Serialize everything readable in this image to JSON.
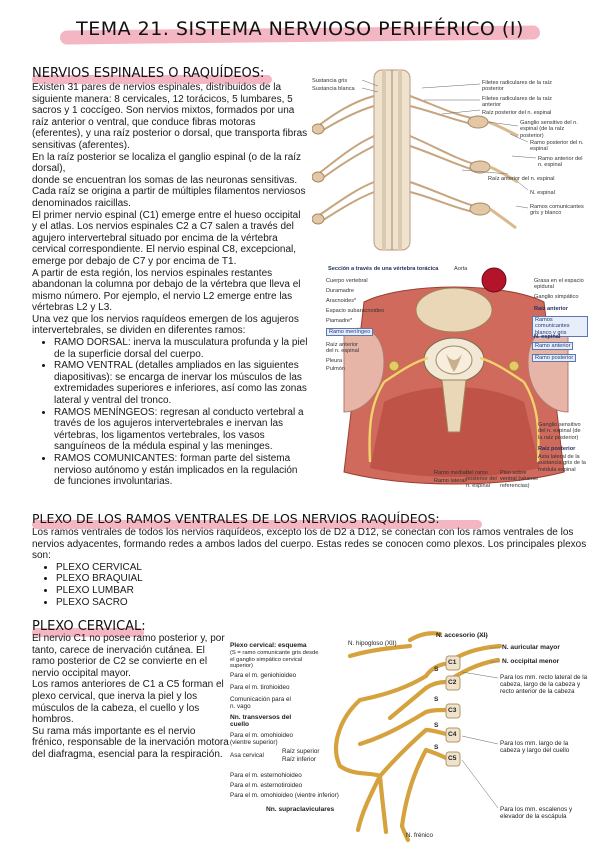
{
  "title": "TEMA 21. SISTEMA NERVIOSO PERIFÉRICO (I)",
  "section1": {
    "heading": "NERVIOS ESPINALES O RAQUÍDEOS:",
    "paragraphs": [
      "Existen 31 pares de nervios espinales, distribuidos de la siguiente manera: 8 cervicales, 12 torácicos, 5 lumbares, 5 sacros y 1 coccígeo. Son nervios mixtos, formados por una raíz anterior o ventral, que conduce fibras motoras (eferentes), y una raíz posterior o dorsal, que transporta fibras sensitivas (aferentes).",
      "En la raíz posterior se localiza el ganglio espinal (o de la raíz dorsal),",
      "donde se encuentran los somas de las neuronas sensitivas.",
      "Cada raíz se origina a partir de múltiples filamentos nerviosos denominados raicillas.",
      "El primer nervio espinal (C1) emerge entre el hueso occipital y el atlas. Los nervios espinales C2 a C7 salen a través del agujero intervertebral situado por encima de la vértebra cervical correspondiente. El nervio espinal C8, excepcional, emerge por debajo de C7 y por encima de T1.",
      "A partir de esta región, los nervios espinales restantes abandonan la columna por debajo de la vértebra que lleva el mismo número. Por ejemplo, el nervio L2 emerge entre las vértebras L2 y L3.",
      "Una vez que los nervios raquídeos emergen de los agujeros intervertebrales, se dividen en diferentes ramos:"
    ],
    "bullets": [
      "RAMO DORSAL: inerva la musculatura profunda y la piel de la superficie dorsal del cuerpo.",
      "RAMO VENTRAL (detalles ampliados en las siguientes diapositivas): se encarga de inervar los músculos de las extremidades superiores e inferiores, así como las zonas lateral y ventral del tronco.",
      "RAMOS MENÍNGEOS: regresan al conducto vertebral a través de los agujeros intervertebrales e inervan las vértebras, los ligamentos vertebrales, los vasos sanguíneos de la médula espinal y las meninges.",
      "RAMOS COMUNICANTES: forman parte del sistema nervioso autónomo y están implicados en la regulación de funciones involuntarias."
    ]
  },
  "figure1": {
    "labels_left": [
      "Sustancia gris",
      "Sustancia blanca"
    ],
    "labels_right": [
      "Filetes radiculares de la raíz posterior",
      "Filetes radiculares de la raíz anterior",
      "Raíz posterior del n. espinal",
      "Ganglio sensitivo del n. espinal (de la raíz posterior)",
      "Ramo posterior del n. espinal",
      "Ramo anterior del n. espinal",
      "Raíz anterior del n. espinal",
      "N. espinal",
      "Ramos comunicantes gris y blanco"
    ]
  },
  "figure2": {
    "header": "Sección a través de una vértebra torácica",
    "top_right": "Aorta",
    "labels_left": [
      "Cuerpo vertebral",
      "Duramadre",
      "Aracnoides*",
      "Espacio subaracnoideo",
      "Piamadre*",
      "Ramo meníngeo",
      "Raíz anterior del n. espinal",
      "Pleura",
      "Pulmón"
    ],
    "labels_right": [
      "Grasa en el espacio epidural",
      "Ganglio simpático",
      "Raíz anterior",
      "Ramos comunicantes blanco y gris",
      "N. espinal",
      "Ramo anterior",
      "Ramo posterior",
      "Ganglio sensitivo del n. espinal (de la raíz posterior)",
      "Raíz posterior",
      "Asta lateral de la sustancia gris de la médula espinal",
      "Piso sobre ventral (véanse referencias)"
    ],
    "labels_bottom": [
      "Ramo medial",
      "Ramo lateral",
      "del ramo posterior del n. espinal"
    ]
  },
  "section2": {
    "heading": "PLEXO DE LOS RAMOS VENTRALES DE LOS NERVIOS RAQUÍDEOS:",
    "paragraph": "Los ramos ventrales de todos los nervios raquídeos, excepto los de D2 a D12, se conectan con los ramos ventrales de los nervios adyacentes, formando redes a ambos lados del cuerpo. Estas redes se conocen como plexos. Los principales plexos son:",
    "bullets": [
      "PLEXO CERVICAL",
      "PLEXO BRAQUIAL",
      "PLEXO LUMBAR",
      "PLEXO SACRO"
    ]
  },
  "section3": {
    "heading": "PLEXO CERVICAL:",
    "paragraphs": [
      "El nervio C1 no posee ramo posterior y, por tanto, carece de inervación cutánea. El ramo posterior de C2 se convierte en el nervio occipital mayor.",
      "Los ramos anteriores de C1 a C5 forman el plexo cervical, que inerva la piel y los músculos de la cabeza, el cuello y los hombros.",
      "Su rama más importante es el nervio frénico, responsable de la inervación motora del diafragma, esencial para la respiración."
    ]
  },
  "figure3": {
    "title": "Plexo cervical: esquema",
    "subtitle": "(S = ramo comunicante gris desde el ganglio simpático cervical superior)",
    "labels_left": [
      "Para el m. geniohioideo",
      "Para el m. tirohioideo",
      "Comunicación para el n. vago",
      "Nn. transversos del cuello",
      "Para el m. omohioideo (vientre superior)",
      "Raíz superior",
      "Raíz inferior",
      "Asa cervical",
      "Para el m. esternohioideo",
      "Para el m. esternotiroideo",
      "Para el m. omohioideo (vientre inferior)",
      "Nn. supraclaviculares"
    ],
    "labels_top": [
      "N. hipogloso (XII)",
      "N. accesorio (XI)",
      "N. auricular mayor",
      "N. occipital menor"
    ],
    "labels_right": [
      "Para los mm. recto lateral de la cabeza, largo de la cabeza y recto anterior de la cabeza",
      "Para los mm. largo de la cabeza y largo del cuello",
      "Para los mm. escalenos y elevador de la escápula"
    ],
    "roots": [
      "C1",
      "C2",
      "C3",
      "C4",
      "C5"
    ],
    "s": "S",
    "bottom": "N. frénico"
  },
  "colors": {
    "highlight": "#f4b6c2",
    "nerve": "#f1c15b",
    "nerve_stroke": "#c9952c",
    "spinal": "#e9dcc9",
    "muscle": "#c9594b"
  }
}
